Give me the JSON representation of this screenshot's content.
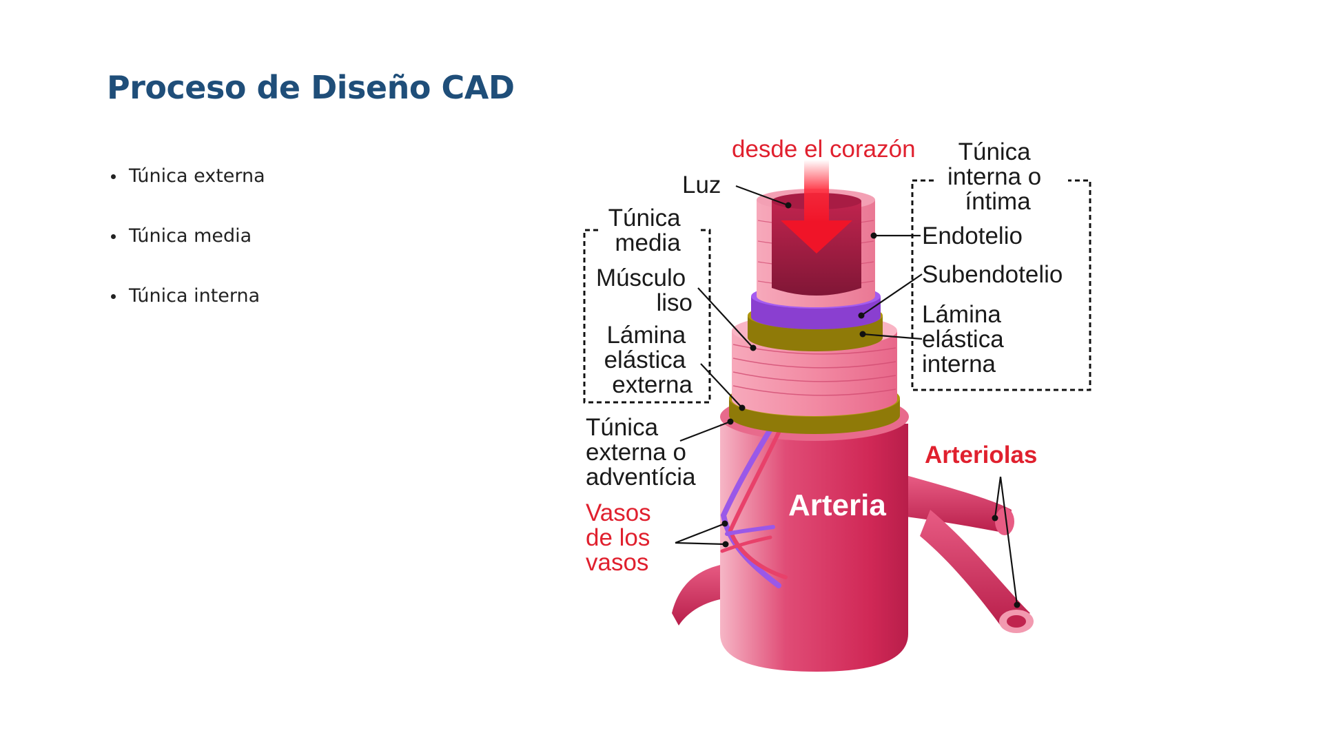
{
  "slide": {
    "title": "Proceso de Diseño CAD",
    "bullets": [
      "Túnica externa",
      "Túnica media",
      "Túnica interna"
    ]
  },
  "diagram": {
    "top_label": "desde el corazón",
    "labels": {
      "luz": "Luz",
      "tunica_media": [
        "Túnica",
        "media"
      ],
      "musculo_liso": [
        "Músculo",
        "liso"
      ],
      "lamina_externa": [
        "Lámina",
        "elástica",
        "externa"
      ],
      "tunica_externa": [
        "Túnica",
        "externa o",
        "adventícia"
      ],
      "vasos": [
        "Vasos",
        "de los",
        "vasos"
      ],
      "tunica_interna": [
        "Túnica",
        "interna o",
        "íntima"
      ],
      "endotelio": "Endotelio",
      "subendotelio": "Subendotelio",
      "lamina_interna": [
        "Lámina",
        "elástica",
        "interna"
      ],
      "arteriolas": "Arteriolas",
      "arteria": "Arteria"
    },
    "colors": {
      "artery": "#d02856",
      "muscle": "#f07a96",
      "lamina": "#8f7a08",
      "subendothelium": "#8a3fd0",
      "accent_red": "#e0202e",
      "title_blue": "#1f4e79"
    }
  }
}
